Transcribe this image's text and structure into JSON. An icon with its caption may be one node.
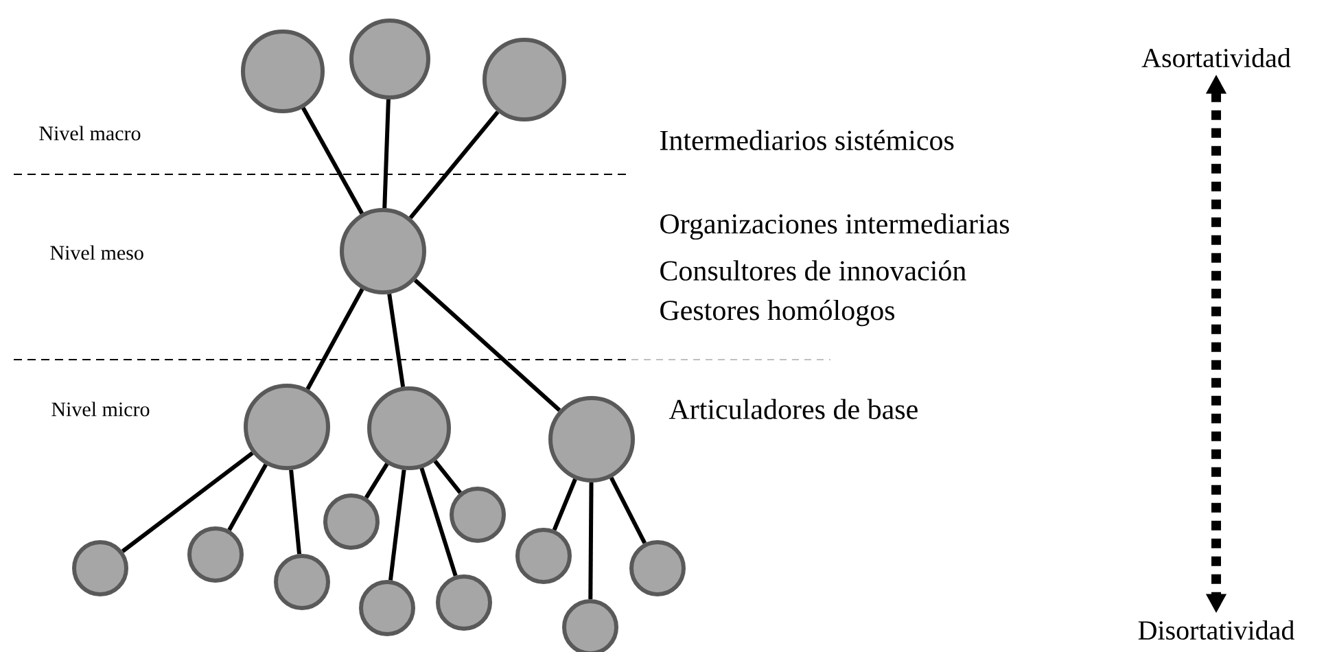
{
  "diagram": {
    "nodes": [
      {
        "text": [],
        "shape": "circle"
      },
      {
        "text": [],
        "shape": "circle"
      },
      {
        "text": [],
        "shape": "circle"
      },
      {
        "text": [],
        "shape": "circle"
      },
      {
        "text": [],
        "shape": "circle"
      },
      {
        "text": [],
        "shape": "circle"
      },
      {
        "text": [],
        "shape": "circle"
      },
      {
        "text": [],
        "shape": "circle"
      },
      {
        "text": [],
        "shape": "circle"
      },
      {
        "text": [],
        "shape": "circle"
      },
      {
        "text": [],
        "shape": "circle"
      },
      {
        "text": [],
        "shape": "circle"
      },
      {
        "text": [],
        "shape": "circle"
      },
      {
        "text": [],
        "shape": "circle"
      },
      {
        "text": [],
        "shape": "circle"
      },
      {
        "text": [],
        "shape": "circle"
      },
      {
        "text": [],
        "shape": "circle"
      },
      {
        "text": [
          "Asortatividad"
        ]
      },
      {
        "text": [
          "Disortatividad"
        ]
      }
    ],
    "edges": [
      {
        "from": 3,
        "to": 0,
        "arrow": "none"
      },
      {
        "from": 3,
        "to": 1,
        "arrow": "none"
      },
      {
        "from": 3,
        "to": 2,
        "arrow": "none"
      },
      {
        "from": 3,
        "to": 4,
        "arrow": "none"
      },
      {
        "from": 3,
        "to": 5,
        "arrow": "none"
      },
      {
        "from": 3,
        "to": 6,
        "arrow": "none"
      },
      {
        "from": 4,
        "to": 7,
        "arrow": "none"
      },
      {
        "from": 4,
        "to": 8,
        "arrow": "none"
      },
      {
        "from": 4,
        "to": 9,
        "arrow": "none"
      },
      {
        "from": 5,
        "to": 10,
        "arrow": "none"
      },
      {
        "from": 5,
        "to": 12,
        "arrow": "none"
      },
      {
        "from": 5,
        "to": 13,
        "arrow": "none"
      },
      {
        "from": 5,
        "to": 11,
        "arrow": "none"
      },
      {
        "from": 6,
        "to": 14,
        "arrow": "none"
      },
      {
        "from": 6,
        "to": 16,
        "arrow": "none"
      },
      {
        "from": 6,
        "to": 15,
        "arrow": "none"
      },
      {
        "from": 17,
        "to": 18,
        "arrow": "both",
        "style": "dashed"
      }
    ],
    "labels": [
      "Nivel macro",
      "Intermediarios sistémicos",
      "Nivel meso",
      "Organizaciones intermediarias",
      "Consultores de innovación",
      "Gestores homólogos",
      "Nivel micro",
      "Articuladores de base"
    ]
  }
}
